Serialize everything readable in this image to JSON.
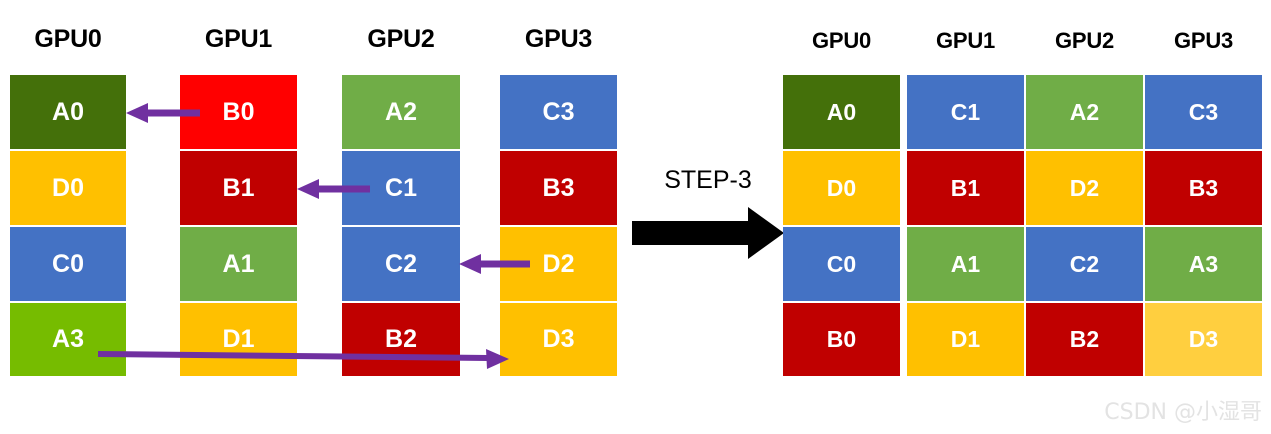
{
  "colors": {
    "dark_green": "#44700a",
    "green": "#70ad47",
    "bright_green": "#76bc00",
    "blue": "#4472c4",
    "yellow": "#ffc000",
    "light_yellow": "#ffcf3f",
    "dark_red": "#c00000",
    "bright_red": "#ff0000",
    "purple_arrow": "#7030a0",
    "black_arrow": "#000000",
    "text_on_cell": "#ffffff",
    "header_text": "#000000",
    "watermark_text": "#e3e3e3",
    "background": "#ffffff"
  },
  "left_grid": {
    "headers": [
      "GPU0",
      "GPU1",
      "GPU2",
      "GPU3"
    ],
    "columns": [
      {
        "header": "GPU0",
        "cells": [
          {
            "label": "A0",
            "color": "#44700a"
          },
          {
            "label": "D0",
            "color": "#ffc000"
          },
          {
            "label": "C0",
            "color": "#4472c4"
          },
          {
            "label": "A3",
            "color": "#76bc00"
          }
        ]
      },
      {
        "header": "GPU1",
        "cells": [
          {
            "label": "B0",
            "color": "#ff0000"
          },
          {
            "label": "B1",
            "color": "#c00000"
          },
          {
            "label": "A1",
            "color": "#70ad47"
          },
          {
            "label": "D1",
            "color": "#ffc000"
          }
        ]
      },
      {
        "header": "GPU2",
        "cells": [
          {
            "label": "A2",
            "color": "#70ad47"
          },
          {
            "label": "C1",
            "color": "#4472c4"
          },
          {
            "label": "C2",
            "color": "#4472c4"
          },
          {
            "label": "B2",
            "color": "#c00000"
          }
        ]
      },
      {
        "header": "GPU3",
        "cells": [
          {
            "label": "C3",
            "color": "#4472c4"
          },
          {
            "label": "B3",
            "color": "#c00000"
          },
          {
            "label": "D2",
            "color": "#ffc000"
          },
          {
            "label": "D3",
            "color": "#ffc000"
          }
        ]
      }
    ]
  },
  "right_grid": {
    "headers": [
      "GPU0",
      "GPU1",
      "GPU2",
      "GPU3"
    ],
    "columns": [
      {
        "header": "GPU0",
        "cells": [
          {
            "label": "A0",
            "color": "#44700a"
          },
          {
            "label": "D0",
            "color": "#ffc000"
          },
          {
            "label": "C0",
            "color": "#4472c4"
          },
          {
            "label": "B0",
            "color": "#c00000"
          }
        ]
      },
      {
        "header": "GPU1",
        "cells": [
          {
            "label": "C1",
            "color": "#4472c4"
          },
          {
            "label": "B1",
            "color": "#c00000"
          },
          {
            "label": "A1",
            "color": "#70ad47"
          },
          {
            "label": "D1",
            "color": "#ffc000"
          }
        ]
      },
      {
        "header": "GPU2",
        "cells": [
          {
            "label": "A2",
            "color": "#70ad47"
          },
          {
            "label": "D2",
            "color": "#ffc000"
          },
          {
            "label": "C2",
            "color": "#4472c4"
          },
          {
            "label": "B2",
            "color": "#c00000"
          }
        ]
      },
      {
        "header": "GPU3",
        "cells": [
          {
            "label": "C3",
            "color": "#4472c4"
          },
          {
            "label": "B3",
            "color": "#c00000"
          },
          {
            "label": "A3",
            "color": "#70ad47"
          },
          {
            "label": "D3",
            "color": "#ffcf3f"
          }
        ]
      }
    ]
  },
  "transition": {
    "step_label": "STEP-3",
    "arrow_direction": "right"
  },
  "transfer_arrows": [
    {
      "name": "b0-to-gpu0",
      "from": "GPU1 B0",
      "to": "GPU0 A0",
      "direction": "left"
    },
    {
      "name": "c1-to-gpu1",
      "from": "GPU2 C1",
      "to": "GPU1 B1",
      "direction": "left"
    },
    {
      "name": "d2-to-gpu2",
      "from": "GPU3 D2",
      "to": "GPU2 C2",
      "direction": "left"
    },
    {
      "name": "a3-to-gpu3",
      "from": "GPU0 A3",
      "to": "GPU3 D3",
      "direction": "right"
    }
  ],
  "watermark": {
    "text": "CSDN @小湿哥"
  }
}
